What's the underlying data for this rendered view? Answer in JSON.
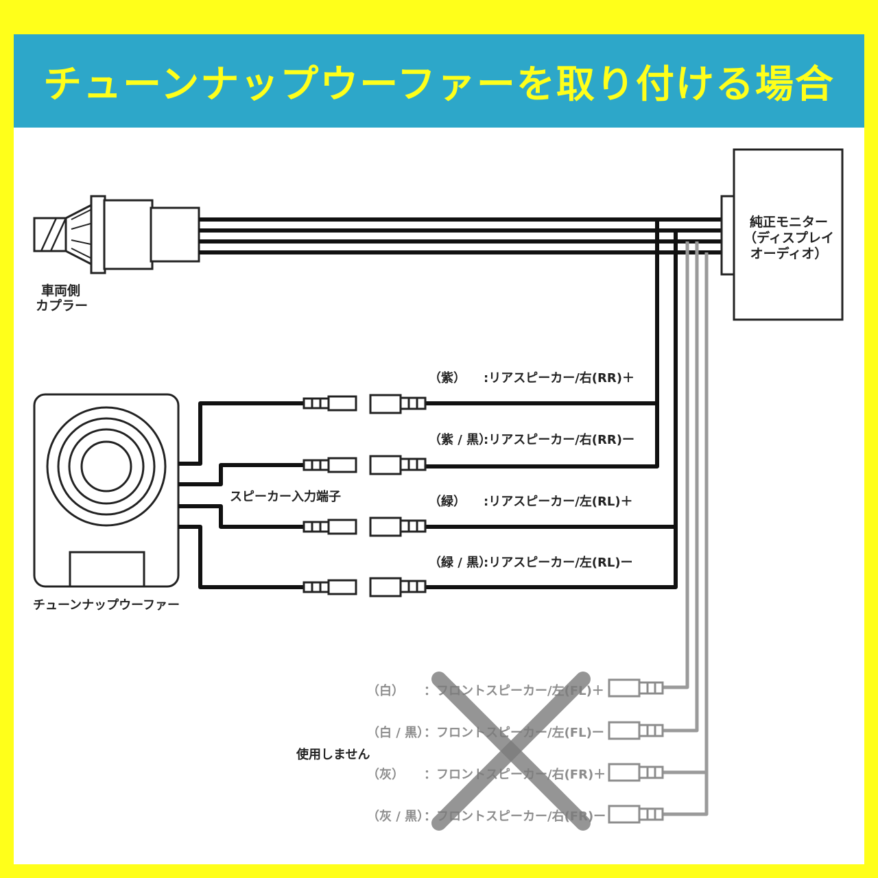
{
  "title": "チューンナップウーファーを取り付ける場合",
  "vehicle_coupler": {
    "line1": "車両側",
    "line2": "カプラー"
  },
  "monitor": {
    "line1": "純正モニター",
    "line2": "（ディスプレイ",
    "line3": "オーディオ）"
  },
  "subwoofer_label": "チューンナップウーファー",
  "speaker_input_label": "スピーカー入力端子",
  "rear_wires": [
    {
      "color": "（紫）",
      "desc": ":リアスピーカー/右(RR)＋"
    },
    {
      "color": "（紫 / 黒）",
      "desc": ":リアスピーカー/右(RR)ー"
    },
    {
      "color": "（緑）",
      "desc": ":リアスピーカー/左(RL)＋"
    },
    {
      "color": "（緑 / 黒）",
      "desc": ":リアスピーカー/左(RL)ー"
    }
  ],
  "front_wires": [
    {
      "color": "（白）",
      "desc": "：フロントスピーカー/左(FL)＋"
    },
    {
      "color": "（白 / 黒）",
      "desc": "：フロントスピーカー/左(FL)ー"
    },
    {
      "color": "（灰）",
      "desc": "：フロントスピーカー/右(FR)＋"
    },
    {
      "color": "（灰 / 黒）",
      "desc": "：フロントスピーカー/右(FR)ー"
    }
  ],
  "not_used_label": "使用しません",
  "colors": {
    "banner": "#2da7c9",
    "title": "#ffff1a",
    "border": "#ffff1a",
    "wire": "#111111",
    "unused": "#9a9a9a"
  }
}
